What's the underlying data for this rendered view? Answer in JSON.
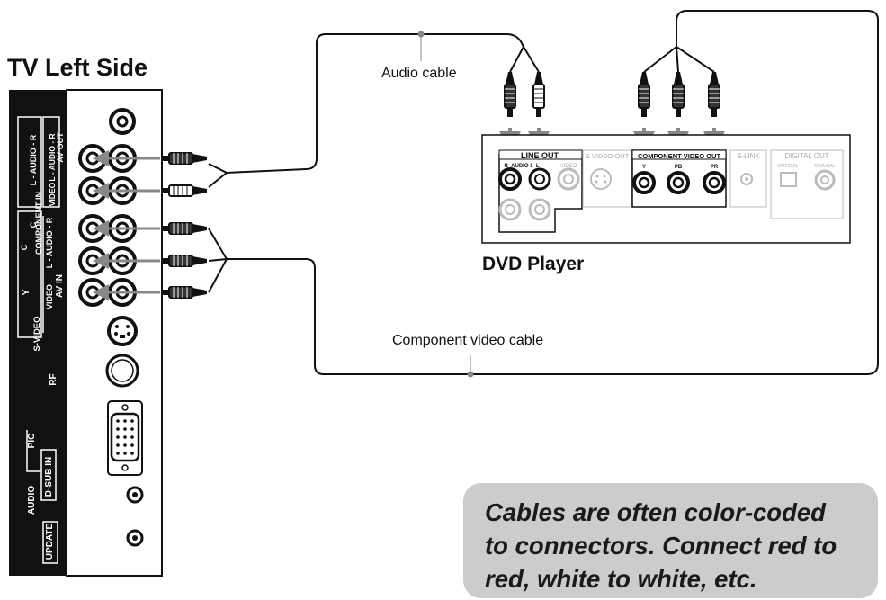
{
  "titles": {
    "tv_side": "TV Left Side",
    "dvd_player": "DVD Player"
  },
  "cable_labels": {
    "audio": "Audio cable",
    "component": "Component video cable"
  },
  "tv_panel_labels": {
    "audio_lr_top": "L - AUDIO - R",
    "video": "VIDEO",
    "av_out": "AV OUT",
    "audio_l_r_mid": "L - AUDIO - R",
    "component_in": "COMPONENT IN",
    "cb_pb": "C",
    "cr_pr": "C",
    "y": "Y",
    "video_in": "VIDEO",
    "audio_lr_in": "L - AUDIO - R",
    "av_in": "AV IN",
    "s_video": "S-VIDEO",
    "rf": "RF",
    "pic": "PIC",
    "audio": "AUDIO",
    "d_sub_in": "D-SUB IN",
    "update": "UPDATE"
  },
  "dvd_panel_labels": {
    "line_out": "LINE OUT",
    "r_audio": "R–AUDIO 1–L",
    "video": "VIDEO",
    "s_video_out": "S VIDEO OUT",
    "component_video_out": "COMPONENT VIDEO OUT",
    "y": "Y",
    "pb": "PB",
    "pr": "PR",
    "s_link": "S-LINK",
    "digital_out": "DIGITAL OUT",
    "optical": "OPTICAL",
    "coaxial": "COAXIAL"
  },
  "note": {
    "line1": "Cables are often color-coded",
    "line2": "to connectors. Connect red to",
    "line3": "red, white to white, etc."
  }
}
